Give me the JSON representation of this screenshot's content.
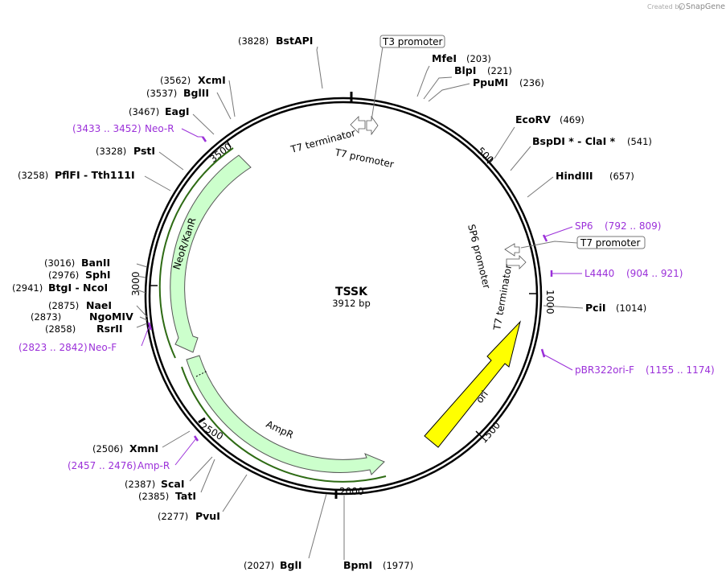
{
  "watermark": {
    "prefix": "Created by",
    "brand": "SnapGene"
  },
  "map": {
    "name": "TSSK",
    "length": "3912 bp"
  },
  "ticks": [
    "500",
    "1000",
    "1500",
    "2000",
    "2500",
    "3000",
    "3500"
  ],
  "sites": [
    {
      "name": "BstAPI",
      "pos": "(3828)"
    },
    {
      "name": "MfeI",
      "pos": "(203)"
    },
    {
      "name": "BlpI",
      "pos": "(221)"
    },
    {
      "name": "PpuMI",
      "pos": "(236)"
    },
    {
      "name": "EcoRV",
      "pos": "(469)"
    },
    {
      "name": "BspDI * - ClaI *",
      "pos": "(541)"
    },
    {
      "name": "HindIII",
      "pos": "(657)"
    },
    {
      "name": "PciI",
      "pos": "(1014)"
    },
    {
      "name": "BpmI",
      "pos": "(1977)"
    },
    {
      "name": "BglI",
      "pos": "(2027)"
    },
    {
      "name": "PvuI",
      "pos": "(2277)"
    },
    {
      "name": "TatI",
      "pos": "(2385)"
    },
    {
      "name": "ScaI",
      "pos": "(2387)"
    },
    {
      "name": "XmnI",
      "pos": "(2506)"
    },
    {
      "name": "RsrII",
      "pos": "(2858)"
    },
    {
      "name": "NgoMIV",
      "pos": "(2873)"
    },
    {
      "name": "NaeI",
      "pos": "(2875)"
    },
    {
      "name": "BtgI - NcoI",
      "pos": "(2941)"
    },
    {
      "name": "SphI",
      "pos": "(2976)"
    },
    {
      "name": "BanII",
      "pos": "(3016)"
    },
    {
      "name": "PflFI - Tth111I",
      "pos": "(3258)"
    },
    {
      "name": "PstI",
      "pos": "(3328)"
    },
    {
      "name": "EagI",
      "pos": "(3467)"
    },
    {
      "name": "BglII",
      "pos": "(3537)"
    },
    {
      "name": "XcmI",
      "pos": "(3562)"
    }
  ],
  "primers": [
    {
      "name": "Neo-R",
      "range": "(3433 .. 3452)"
    },
    {
      "name": "SP6",
      "range": "(792 .. 809)"
    },
    {
      "name": "L4440",
      "range": "(904 .. 921)"
    },
    {
      "name": "pBR322ori-F",
      "range": "(1155 .. 1174)"
    },
    {
      "name": "Neo-F",
      "range": "(2823 .. 2842)"
    },
    {
      "name": "Amp-R",
      "range": "(2457 .. 2476)"
    }
  ],
  "boxed": {
    "t3": "T3 promoter",
    "t7b": "T7 promoter"
  },
  "features": {
    "t7term_top": "T7 terminator",
    "t7prom_top": "T7 promoter",
    "sp6prom": "SP6 promoter",
    "t7term_right": "T7 terminator",
    "ori": "ori",
    "ampr": "AmpR",
    "neor": "NeoR/KanR"
  },
  "colors": {
    "primer": "#9b30d9",
    "ori": "#ffff00",
    "resistance": "#ccffcc",
    "resistance_outline": "#2e6b14"
  }
}
